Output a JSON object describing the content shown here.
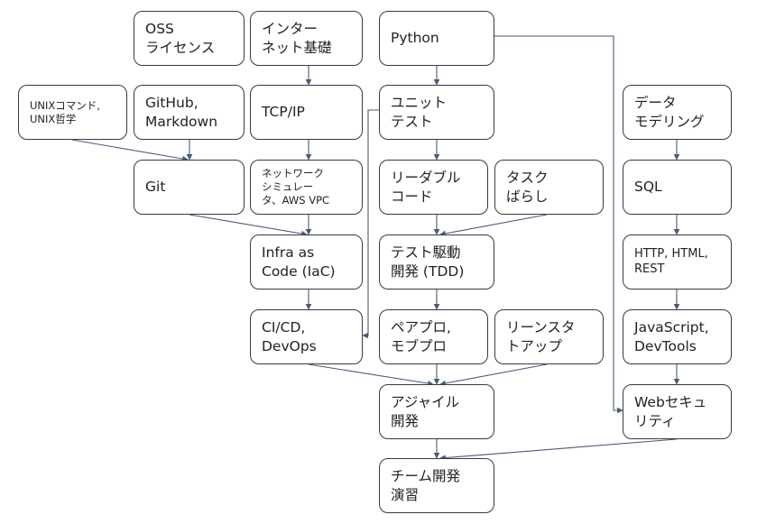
{
  "nodes": {
    "oss": "OSS\nライセンス",
    "internet": "インター\nネット基礎",
    "python": "Python",
    "unix": "UNIXコマンド,\nUNIX哲学",
    "github": "GitHub,\nMarkdown",
    "tcpip": "TCP/IP",
    "unittest": "ユニット\nテスト",
    "datamodel": "データ\nモデリング",
    "git": "Git",
    "netsim": "ネットワーク\nシミュレー\nタ、AWS VPC",
    "readable": "リーダブル\nコード",
    "task": "タスク\nばらし",
    "sql": "SQL",
    "iac": "Infra as\nCode (IaC)",
    "tdd": "テスト駆動\n開発 (TDD)",
    "http": "HTTP, HTML,\nREST",
    "cicd": "CI/CD,\nDevOps",
    "pair": "ペアプロ,\nモブプロ",
    "lean": "リーンスタ\nトアップ",
    "js": "JavaScript,\nDevTools",
    "agile": "アジャイル\n開発",
    "websec": "Webセキュ\nリティ",
    "team": "チーム開発\n演習"
  }
}
